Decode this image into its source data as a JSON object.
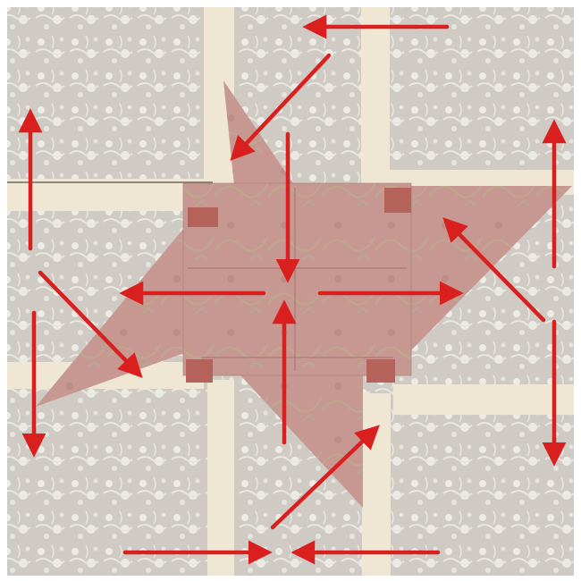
{
  "image": {
    "subject": "quilt-block-pressing-diagram",
    "colors": {
      "border": "#ffffff",
      "background_fabric": "#cfcbc4",
      "background_print": "#ecebe6",
      "sashing": "#efe7d3",
      "sashing_shadow": "#d8cfba",
      "star_fabric": "#c79892",
      "star_fabric_dark": "#b7837c",
      "star_vine": "#b9b08a",
      "arrow": "#d9201f"
    },
    "arrows": [
      {
        "direction": "left"
      },
      {
        "direction": "down-left"
      },
      {
        "direction": "down"
      },
      {
        "direction": "left"
      },
      {
        "direction": "right"
      },
      {
        "direction": "up"
      },
      {
        "direction": "up"
      },
      {
        "direction": "down"
      },
      {
        "direction": "down-right"
      },
      {
        "direction": "up"
      },
      {
        "direction": "down"
      },
      {
        "direction": "up-left"
      },
      {
        "direction": "up-right"
      },
      {
        "direction": "right"
      },
      {
        "direction": "left"
      }
    ]
  }
}
